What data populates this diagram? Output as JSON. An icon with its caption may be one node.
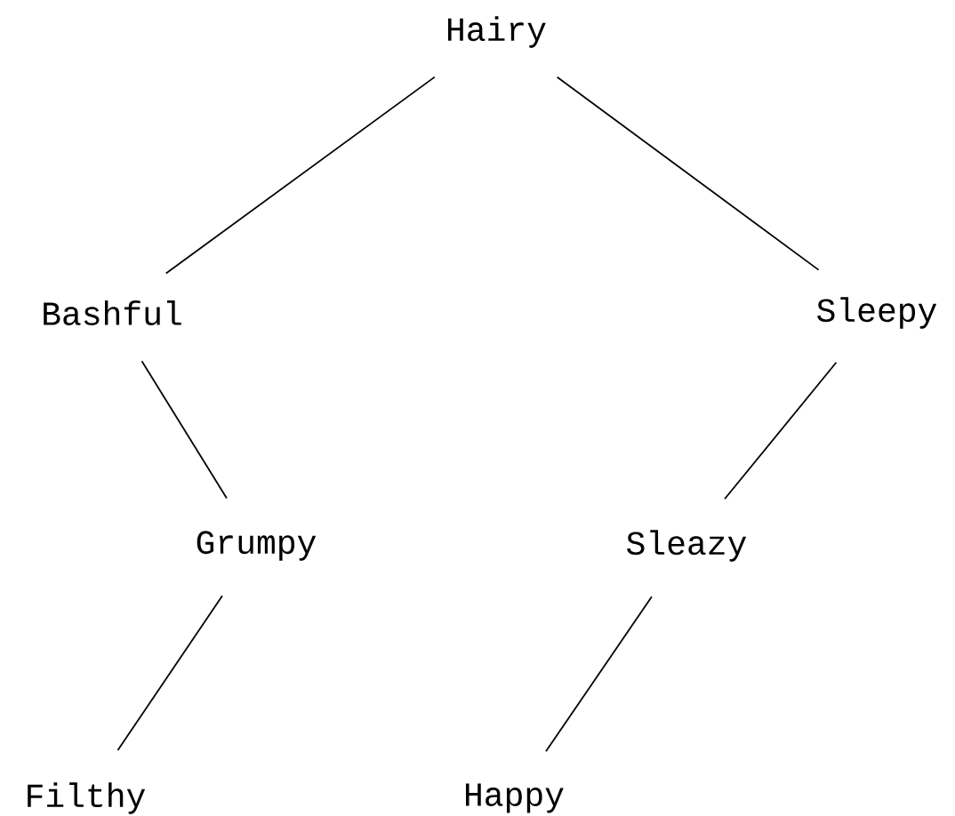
{
  "diagram": {
    "nodes": [
      {
        "text": [
          "Hairy"
        ]
      },
      {
        "text": [
          "Bashful"
        ]
      },
      {
        "text": [
          "Sleepy"
        ]
      },
      {
        "text": [
          "Grumpy"
        ]
      },
      {
        "text": [
          "Sleazy"
        ]
      },
      {
        "text": [
          "Filthy"
        ]
      },
      {
        "text": [
          "Happy"
        ]
      }
    ],
    "edges": [
      {
        "from": 0,
        "to": 1,
        "arrow": "none"
      },
      {
        "from": 0,
        "to": 2,
        "arrow": "none"
      },
      {
        "from": 1,
        "to": 3,
        "arrow": "none"
      },
      {
        "from": 2,
        "to": 4,
        "arrow": "none"
      },
      {
        "from": 3,
        "to": 5,
        "arrow": "none"
      },
      {
        "from": 4,
        "to": 6,
        "arrow": "none"
      }
    ]
  }
}
